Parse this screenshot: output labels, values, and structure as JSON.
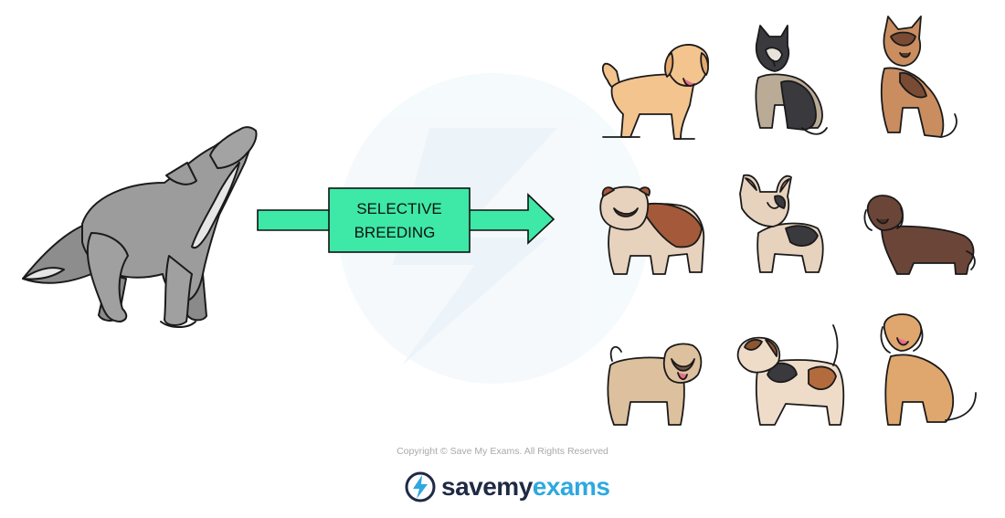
{
  "diagram": {
    "process_box": {
      "line1": "SELECTIVE",
      "line2": "BREEDING"
    },
    "colors": {
      "arrow_fill": "#3ee8a6",
      "arrow_stroke": "#111111",
      "wolf_fill": "#9a9a9a",
      "wolf_light": "#e3e3e3",
      "watermark": "#eef6fb"
    },
    "wolf": {
      "icon": "howling-wolf-icon"
    },
    "dogs": [
      {
        "icon": "golden-retriever-icon"
      },
      {
        "icon": "husky-icon"
      },
      {
        "icon": "german-shepherd-icon"
      },
      {
        "icon": "bulldog-icon"
      },
      {
        "icon": "french-bulldog-icon"
      },
      {
        "icon": "dachshund-icon"
      },
      {
        "icon": "pug-icon"
      },
      {
        "icon": "beagle-icon"
      },
      {
        "icon": "retriever-sitting-icon"
      }
    ]
  },
  "footer": {
    "copyright": "Copyright © Save My Exams. All Rights Reserved",
    "logo_save": "save",
    "logo_my": "my",
    "logo_exams": "exams"
  }
}
